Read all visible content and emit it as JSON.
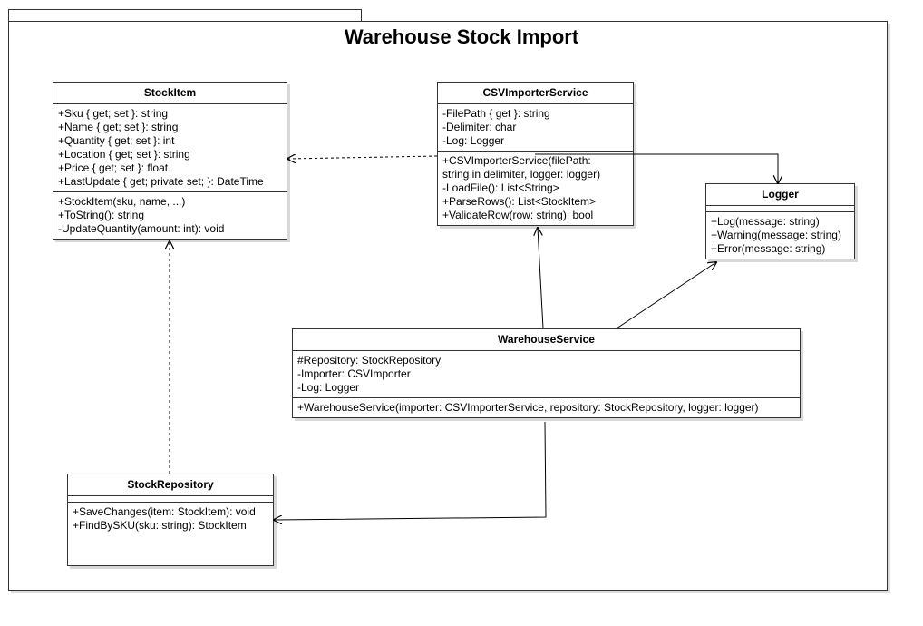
{
  "diagram": {
    "title": "Warehouse Stock Import",
    "classes": {
      "stockitem": {
        "name": "StockItem",
        "attributes": [
          "+Sku { get; set }: string",
          "+Name { get; set }: string",
          "+Quantity { get; set }: int",
          "+Location { get; set }: string",
          "+Price { get; set }: float",
          "+LastUpdate { get;  private set; }: DateTime"
        ],
        "methods": [
          "+StockItem(sku, name, ...)",
          "+ToString(): string",
          "-UpdateQuantity(amount: int): void"
        ]
      },
      "csvimporter": {
        "name": "CSVImporterService",
        "attributes": [
          "-FilePath { get }: string",
          "-Delimiter: char",
          "-Log: Logger"
        ],
        "methods": [
          "+CSVImporterService(filePath:",
          "string in delimiter, logger: logger)",
          "-LoadFile(): List<String>",
          "+ParseRows(): List<StockItem>",
          "+ValidateRow(row: string): bool"
        ]
      },
      "logger": {
        "name": "Logger",
        "attributes": [],
        "methods": [
          "+Log(message: string)",
          "+Warning(message: string)",
          "+Error(message: string)"
        ]
      },
      "warehouse": {
        "name": "WarehouseService",
        "attributes": [
          "#Repository: StockRepository",
          "-Importer: CSVImporter",
          "-Log: Logger"
        ],
        "methods": [
          "+WarehouseService(importer: CSVImporterService, repository: StockRepository, logger: logger)"
        ]
      },
      "repository": {
        "name": "StockRepository",
        "attributes": [],
        "methods": [
          "+SaveChanges(item: StockItem): void",
          "+FindBySKU(sku: string): StockItem"
        ]
      }
    },
    "relationships": [
      {
        "from": "CSVImporterService",
        "to": "StockItem",
        "kind": "dependency"
      },
      {
        "from": "CSVImporterService",
        "to": "Logger",
        "kind": "association"
      },
      {
        "from": "StockRepository",
        "to": "StockItem",
        "kind": "dependency"
      },
      {
        "from": "WarehouseService",
        "to": "CSVImporterService",
        "kind": "association"
      },
      {
        "from": "WarehouseService",
        "to": "Logger",
        "kind": "association"
      },
      {
        "from": "WarehouseService",
        "to": "StockRepository",
        "kind": "association"
      }
    ]
  }
}
